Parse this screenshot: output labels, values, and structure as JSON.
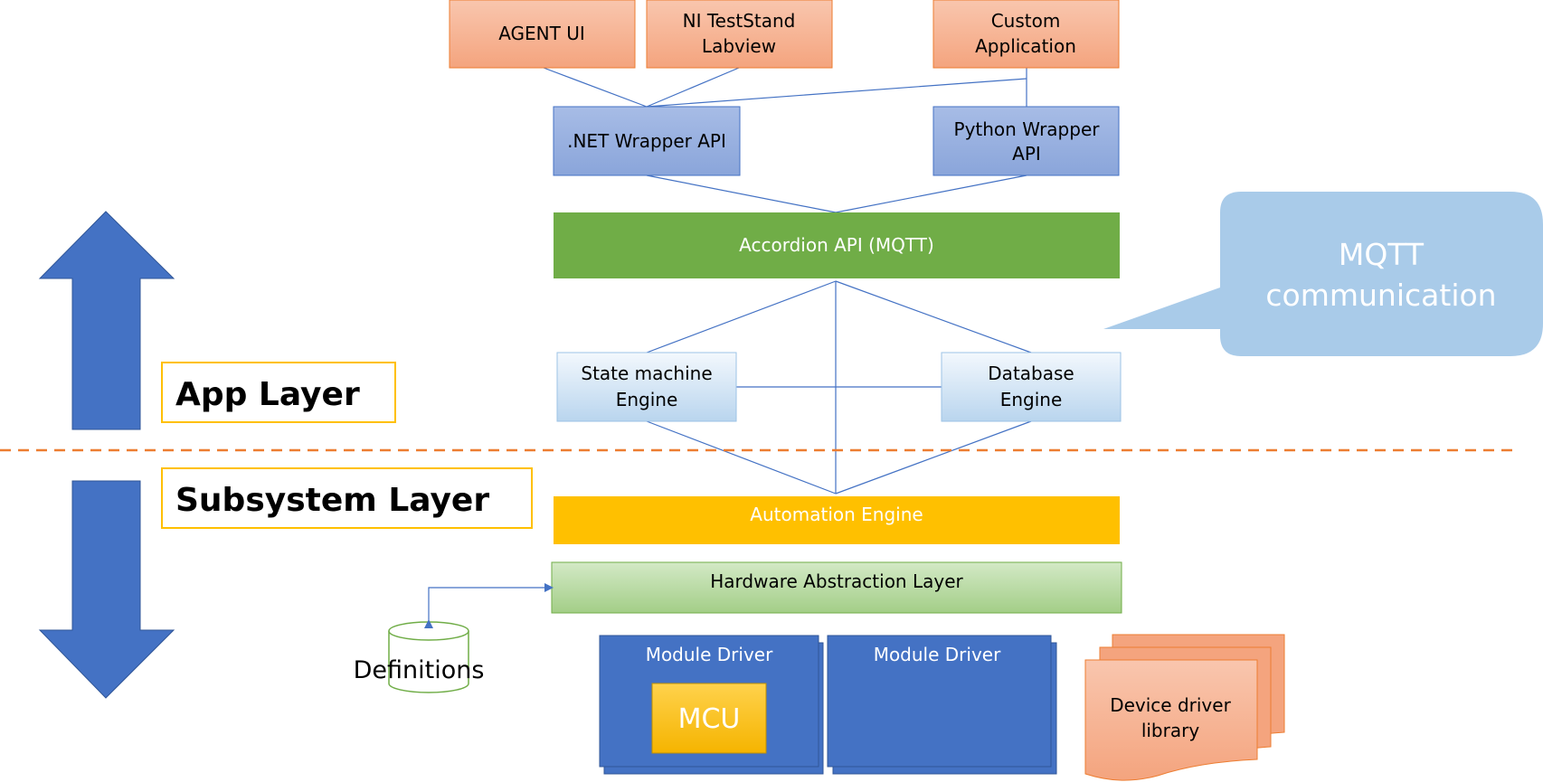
{
  "top_apps": {
    "agent_ui": "AGENT UI",
    "ni_teststand": [
      "NI TestStand",
      "Labview"
    ],
    "custom_app": [
      "Custom",
      "Application"
    ]
  },
  "wrappers": {
    "dotnet": ".NET Wrapper API",
    "python": [
      "Python Wrapper",
      "API"
    ]
  },
  "accordion_api": "Accordion API (MQTT)",
  "engines": {
    "state_machine": [
      "State machine",
      "Engine"
    ],
    "database": [
      "Database",
      "Engine"
    ]
  },
  "callout": [
    "MQTT",
    "communication"
  ],
  "layers": {
    "app": "App Layer",
    "subsystem": "Subsystem Layer"
  },
  "automation_engine": "Automation Engine",
  "hal": "Hardware Abstraction Layer",
  "definitions": "Definitions",
  "module_driver_1": "Module Driver",
  "module_driver_2": "Module Driver",
  "mcu": "MCU",
  "device_driver": [
    "Device driver",
    "library"
  ],
  "colors": {
    "orange_box": "#F6B090",
    "wrapper_blue": "#8EA9DB",
    "accordion_green": "#70AD47",
    "automation_yellow": "#FFC000",
    "hal_green": "#A9D18E",
    "module_blue": "#4472C4",
    "callout_blue": "#A9CBE9",
    "arrow_blue": "#4472C4",
    "divider_orange": "#ED7D31"
  }
}
